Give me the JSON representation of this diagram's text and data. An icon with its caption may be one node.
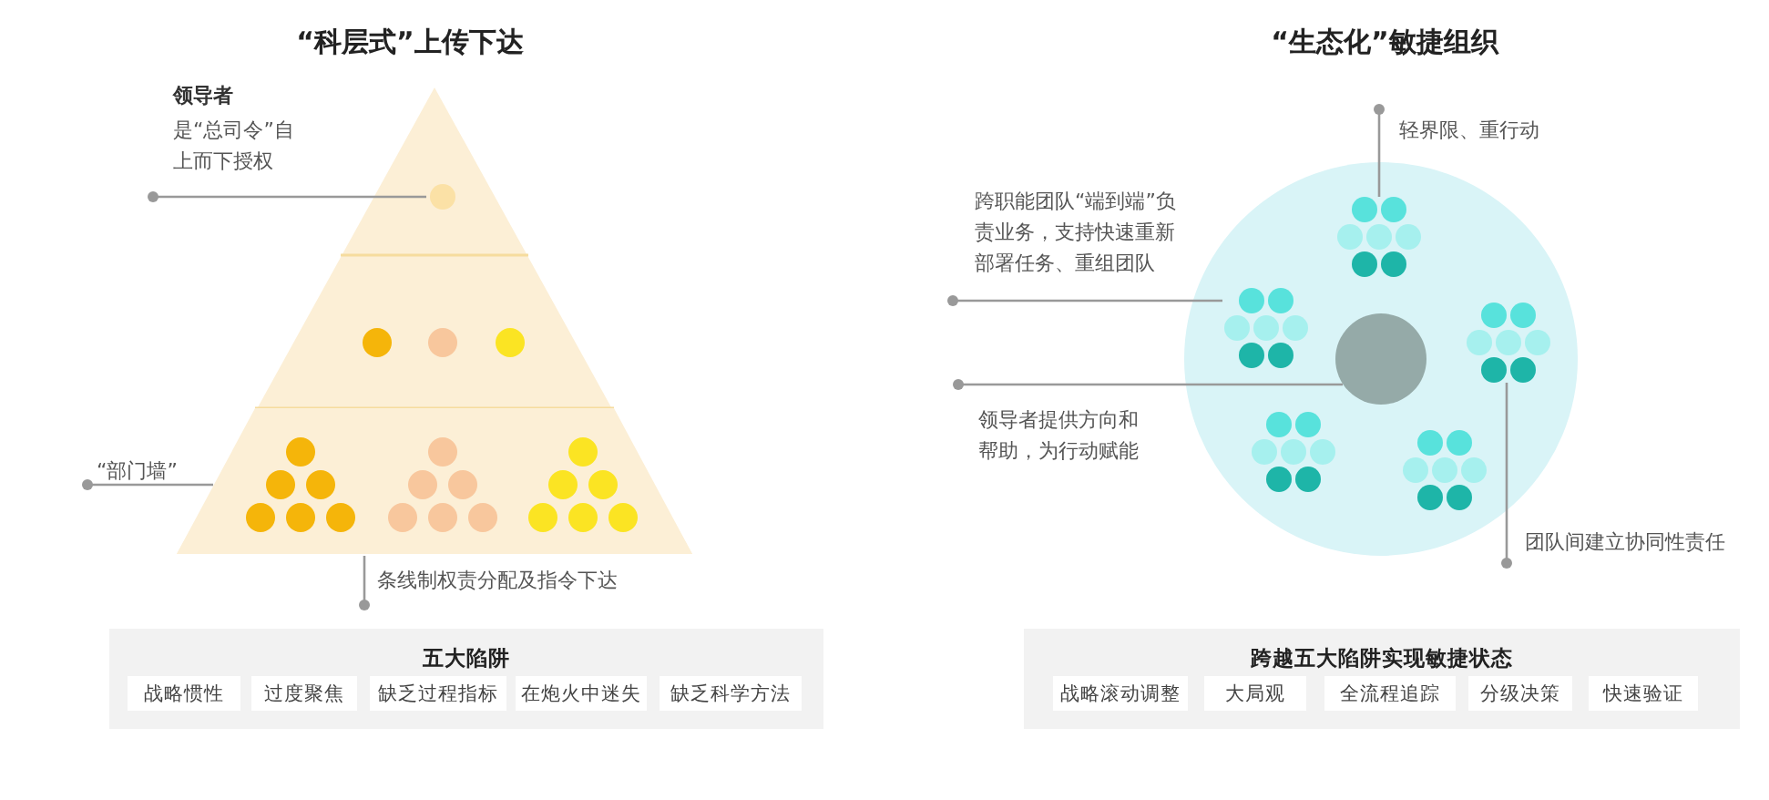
{
  "diagram": {
    "nodes": [
      {
        "text": [],
        "shape": "triangle"
      },
      {
        "text": [],
        "shape": "circle",
        "in": 0
      },
      {
        "text": [
          "领导者",
          "是“总司令”自上而下授权"
        ]
      },
      {
        "text": [],
        "shape": "band",
        "in": 0
      },
      {
        "text": [
          "“部门墙”"
        ]
      },
      {
        "text": [
          "条线制权责分配及指令下达"
        ]
      },
      {
        "text": [],
        "shape": "circle"
      },
      {
        "text": [],
        "shape": "cluster",
        "in": 6
      },
      {
        "text": [],
        "shape": "cluster",
        "in": 6
      },
      {
        "text": [],
        "shape": "circle",
        "in": 6
      },
      {
        "text": [],
        "shape": "cluster",
        "in": 6
      },
      {
        "text": [
          "轻界限、重行动"
        ]
      },
      {
        "text": [
          "跨职能团队“端到端”负责业务，支持快速重新部署任务、重组团队"
        ]
      },
      {
        "text": [
          "领导者提供方向和帮助，为行动赋能"
        ]
      },
      {
        "text": [
          "团队间建立协同性责任"
        ]
      },
      {
        "text": [
          "五大陷阱"
        ]
      },
      {
        "text": [
          "战略惯性"
        ],
        "in": 15
      },
      {
        "text": [
          "过度聚焦"
        ],
        "in": 15
      },
      {
        "text": [
          "缺乏过程指标"
        ],
        "in": 15
      },
      {
        "text": [
          "在炮火中迷失"
        ],
        "in": 15
      },
      {
        "text": [
          "缺乏科学方法"
        ],
        "in": 15
      },
      {
        "text": [
          "跨越五大陷阱实现敏捷状态"
        ]
      },
      {
        "text": [
          "战略滚动调整"
        ],
        "in": 21
      },
      {
        "text": [
          "大局观"
        ],
        "in": 21
      },
      {
        "text": [
          "全流程追踪"
        ],
        "in": 21
      },
      {
        "text": [
          "分级决策"
        ],
        "in": 21
      },
      {
        "text": [
          "快速验证"
        ],
        "in": 21
      },
      {
        "text": [],
        "shape": "cluster",
        "in": 6
      },
      {
        "text": [],
        "shape": "cluster",
        "in": 6
      }
    ],
    "edges": [
      {
        "from": 2,
        "to": 1,
        "arrow": "other"
      },
      {
        "from": 4,
        "to": 3,
        "arrow": "other"
      },
      {
        "from": 5,
        "to": 0,
        "arrow": "other"
      },
      {
        "from": 11,
        "to": 7,
        "arrow": "other"
      },
      {
        "from": 12,
        "to": 8,
        "arrow": "other"
      },
      {
        "from": 13,
        "to": 9,
        "arrow": "other"
      },
      {
        "from": 14,
        "to": 10,
        "arrow": "other"
      }
    ],
    "labels": [
      "“科层式”上传下达",
      "“生态化”敏捷组织"
    ]
  }
}
